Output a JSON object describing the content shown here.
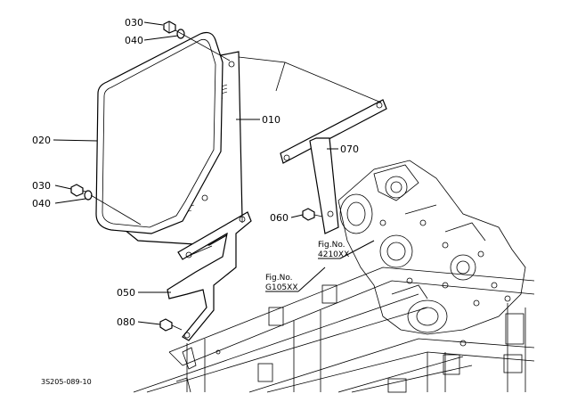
{
  "callouts": {
    "c010": "010",
    "c020": "020",
    "c030a": "030",
    "c040a": "040",
    "c030b": "030",
    "c040b": "040",
    "c050": "050",
    "c060": "060",
    "c070": "070",
    "c080": "080"
  },
  "refs": {
    "r1_prefix": "Fig.No.",
    "r1_num": "4210XX",
    "r2_prefix": "Fig.No.",
    "r2_num": "G105XX"
  },
  "drawing_code": "3S205-089-10"
}
